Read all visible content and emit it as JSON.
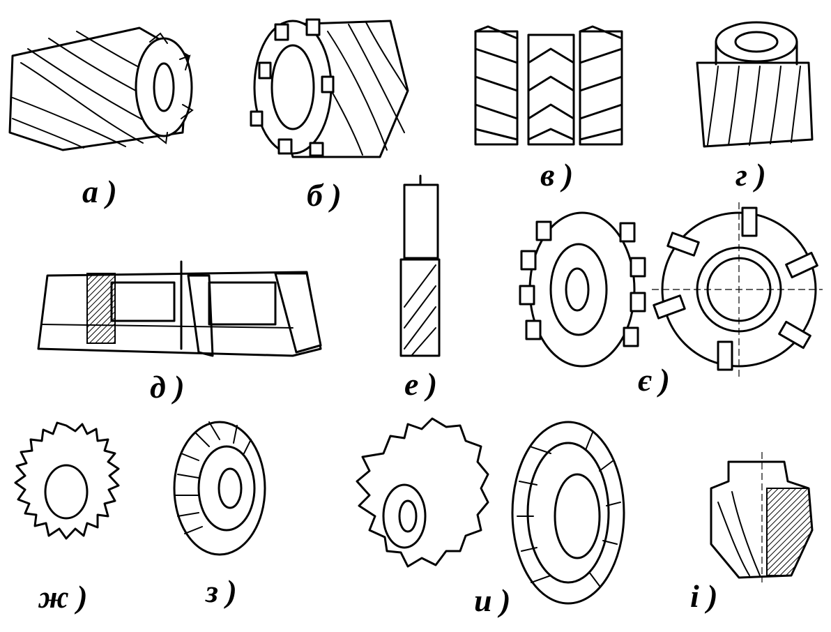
{
  "labels": {
    "a": "а )",
    "b": "б )",
    "v": "в )",
    "g": "г )",
    "d": "д )",
    "e": "е )",
    "ye": "є )",
    "zh": "ж )",
    "z": "з )",
    "y": "и )",
    "i": "і )"
  },
  "colors": {
    "ink": "#000000",
    "paper": "#ffffff"
  }
}
